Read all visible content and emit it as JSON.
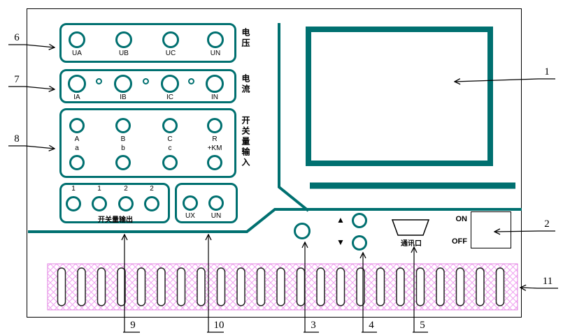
{
  "colors": {
    "panel_line": "#007070",
    "callout_line": "#000000",
    "vent_hatch": "#f0a0f0"
  },
  "groups": {
    "voltage": {
      "label": "电压",
      "terminals": [
        "UA",
        "UB",
        "UC",
        "UN"
      ]
    },
    "current": {
      "label": "电流",
      "terminals": [
        "IA",
        "IB",
        "IC",
        "IN"
      ]
    },
    "switch_input": {
      "label": "开关量输入",
      "row1": [
        "A",
        "B",
        "C",
        "R"
      ],
      "row2": [
        "a",
        "b",
        "c",
        "+KM"
      ]
    },
    "switch_output": {
      "label": "开关量输出",
      "terminals": [
        "1",
        "1",
        "2",
        "2"
      ]
    },
    "aux_voltage": {
      "terminals": [
        "UX",
        "UN"
      ]
    }
  },
  "controls": {
    "power_on": "ON",
    "power_off": "OFF",
    "comm_port": "通讯口",
    "up": "▲",
    "down": "▼"
  },
  "callouts": [
    "1",
    "2",
    "3",
    "4",
    "5",
    "6",
    "7",
    "8",
    "9",
    "10",
    "11"
  ]
}
